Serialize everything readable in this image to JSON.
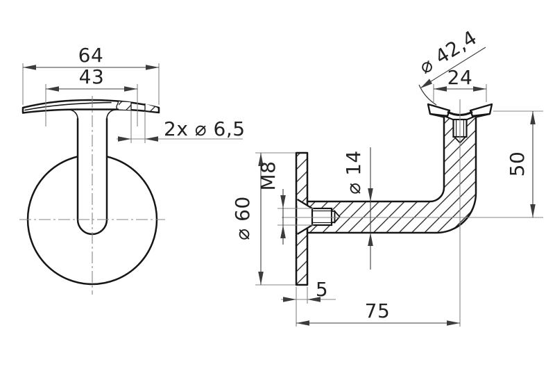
{
  "labels": {
    "front": {
      "overall_width": "64",
      "hole_spacing": "43",
      "holes": "2x ⌀ 6,5"
    },
    "side": {
      "handrail_diameter": "⌀ 42,4",
      "saddle_width": "24",
      "height_to_center": "50",
      "plate_diameter": "⌀ 60",
      "thread": "M8",
      "arm_diameter": "⌀ 14",
      "plate_thickness": "5",
      "projection_length": "75"
    }
  },
  "colors": {
    "background": "#ffffff",
    "outline": "#161616",
    "dimension": "#3c3c3c",
    "auxiliary": "#848484",
    "text": "#222222"
  }
}
